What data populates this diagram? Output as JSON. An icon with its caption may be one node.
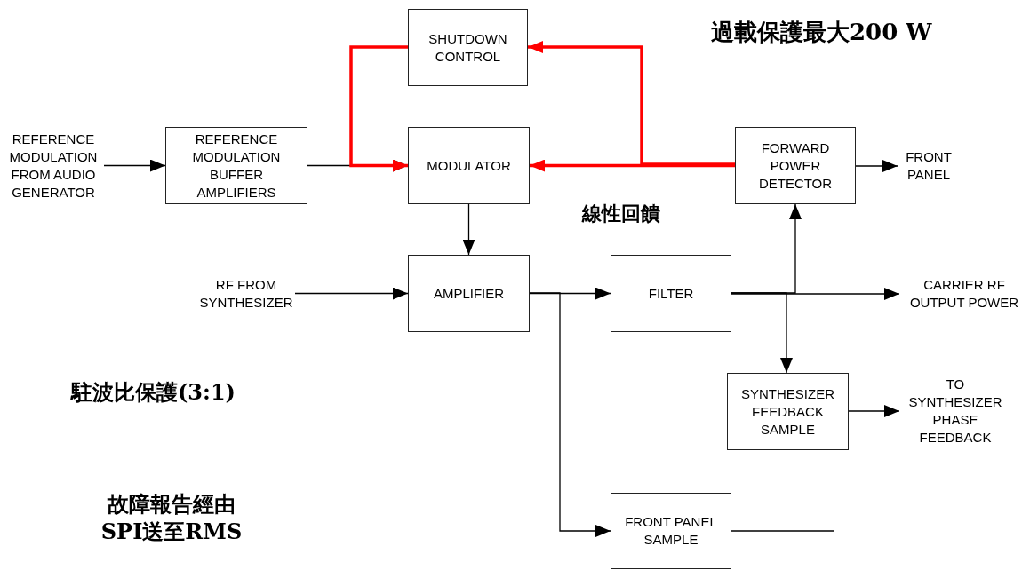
{
  "diagram": {
    "nodes": [
      {
        "text": [
          "SHUTDOWN CONTROL"
        ]
      },
      {
        "text": [
          "REFERENCE MODULATION FROM AUDIO GENERATOR"
        ]
      },
      {
        "text": [
          "REFERENCE MODULATION BUFFER AMPLIFIERS"
        ]
      },
      {
        "text": [
          "MODULATOR"
        ]
      },
      {
        "text": [
          "FORWARD POWER DETECTOR"
        ]
      },
      {
        "text": [
          "FRONT PANEL"
        ]
      },
      {
        "text": [
          "RF FROM SYNTHESIZER"
        ]
      },
      {
        "text": [
          "AMPLIFIER"
        ]
      },
      {
        "text": [
          "FILTER"
        ]
      },
      {
        "text": [
          "CARRIER RF OUTPUT POWER"
        ]
      },
      {
        "text": [
          "SYNTHESIZER FEEDBACK SAMPLE"
        ]
      },
      {
        "text": [
          "TO SYNTHESIZER PHASE FEEDBACK"
        ]
      },
      {
        "text": [
          "FRONT PANEL SAMPLE"
        ]
      }
    ],
    "edges": [
      {
        "from": 1,
        "to": 2,
        "arrow": "to"
      },
      {
        "from": 2,
        "to": 3,
        "arrow": "to"
      },
      {
        "from": 0,
        "to": 3,
        "arrow": "to",
        "style": "thick",
        "color": "#ff0000"
      },
      {
        "from": 4,
        "to": 3,
        "arrow": "to",
        "style": "thick",
        "color": "#ff0000"
      },
      {
        "from": 4,
        "to": 0,
        "arrow": "to",
        "style": "thick",
        "color": "#ff0000"
      },
      {
        "from": 4,
        "to": 5,
        "arrow": "to"
      },
      {
        "from": 3,
        "to": 7,
        "arrow": "to"
      },
      {
        "from": 6,
        "to": 7,
        "arrow": "to"
      },
      {
        "from": 7,
        "to": 8,
        "arrow": "to"
      },
      {
        "from": 7,
        "to": 12,
        "arrow": "to"
      },
      {
        "from": 8,
        "to": 9,
        "arrow": "to"
      },
      {
        "from": 8,
        "to": 4,
        "arrow": "to"
      },
      {
        "from": 8,
        "to": 10,
        "arrow": "to"
      },
      {
        "from": 10,
        "to": 11,
        "arrow": "to"
      },
      {
        "from": 12,
        "to": null,
        "arrow": "none"
      }
    ],
    "labels": [
      "過載保護最大200 W",
      "線性回饋",
      "駐波比保護(3:1)",
      "故障報告經由SPI送至RMS"
    ]
  }
}
